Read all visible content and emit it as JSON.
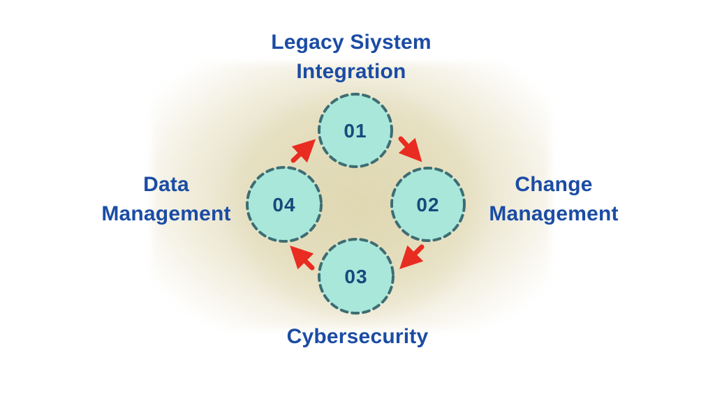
{
  "diagram": {
    "type": "cycle",
    "nodes": [
      {
        "number": "01",
        "label": "Legacy Siystem Integration",
        "label_lines": [
          "Legacy Siystem",
          "Integration"
        ],
        "position": "top"
      },
      {
        "number": "02",
        "label": "Change Management",
        "label_lines": [
          "Change",
          "Management"
        ],
        "position": "right"
      },
      {
        "number": "03",
        "label": "Cybersecurity",
        "label_lines": [
          "Cybersecurity"
        ],
        "position": "bottom"
      },
      {
        "number": "04",
        "label": "Data Management",
        "label_lines": [
          "Data",
          "Management"
        ],
        "position": "left"
      }
    ],
    "arrows": [
      {
        "from": "01",
        "to": "02"
      },
      {
        "from": "02",
        "to": "03"
      },
      {
        "from": "03",
        "to": "04"
      },
      {
        "from": "04",
        "to": "01"
      }
    ],
    "colors": {
      "label_text": "#1b4ca4",
      "node_fill": "#a8e7da",
      "node_border": "#3e6d73",
      "node_number": "#19487c",
      "arrow": "#e92c21",
      "background_glow": "#e7e1c5",
      "page_background": "#ffffff"
    }
  }
}
